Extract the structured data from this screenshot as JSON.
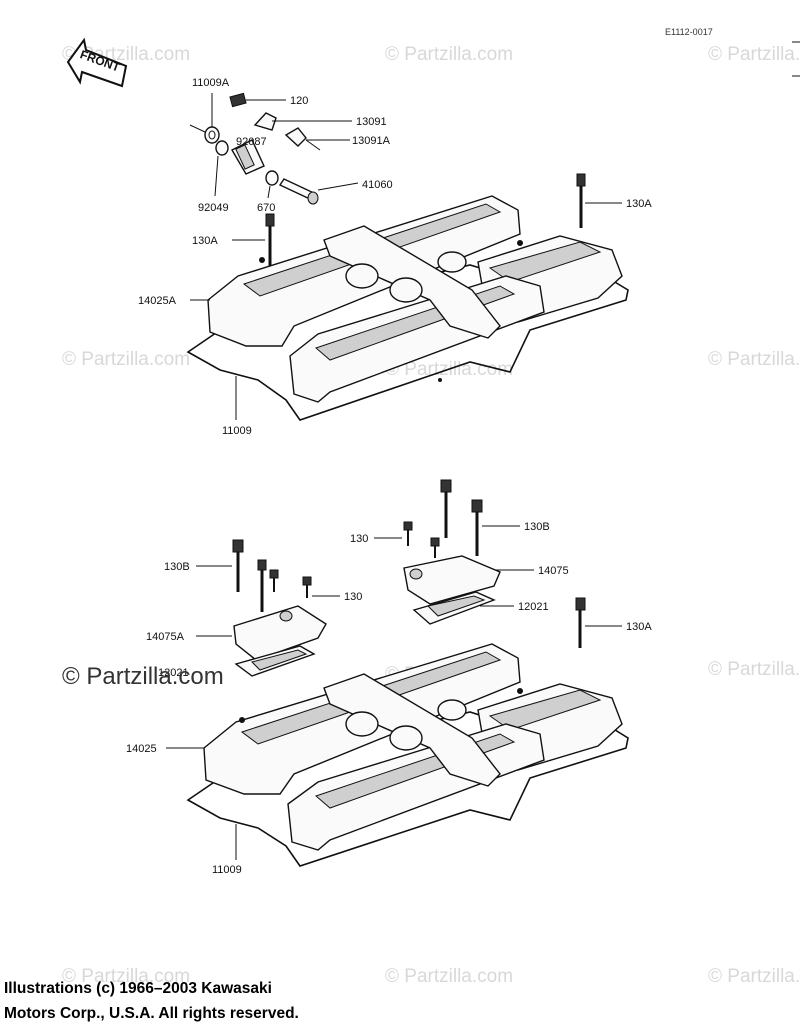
{
  "diagram_code": "E1112-0017",
  "front_arrow_label": "FRONT",
  "watermark_text": "© Partzilla.com",
  "watermark_prominent": "© Partzilla.com",
  "copyright_line1": "Illustrations (c) 1966–2003 Kawasaki",
  "copyright_line2": "Motors Corp., U.S.A.  All rights reserved.",
  "callouts_top": {
    "p11009A": "11009A",
    "p120": "120",
    "p13091": "13091",
    "p92087": "92087",
    "p13091A": "13091A",
    "p92049": "92049",
    "p670": "670",
    "p41060": "41060",
    "p130A_left": "130A",
    "p130A_right": "130A",
    "p14025A": "14025A",
    "p11009": "11009"
  },
  "callouts_bottom": {
    "p130_right": "130",
    "p130B_right": "130B",
    "p14075": "14075",
    "p12021_right": "12021",
    "p130A": "130A",
    "p130B_left": "130B",
    "p130_left": "130",
    "p14075A": "14075A",
    "p12021_left": "12021",
    "p14025": "14025",
    "p11009": "11009"
  }
}
